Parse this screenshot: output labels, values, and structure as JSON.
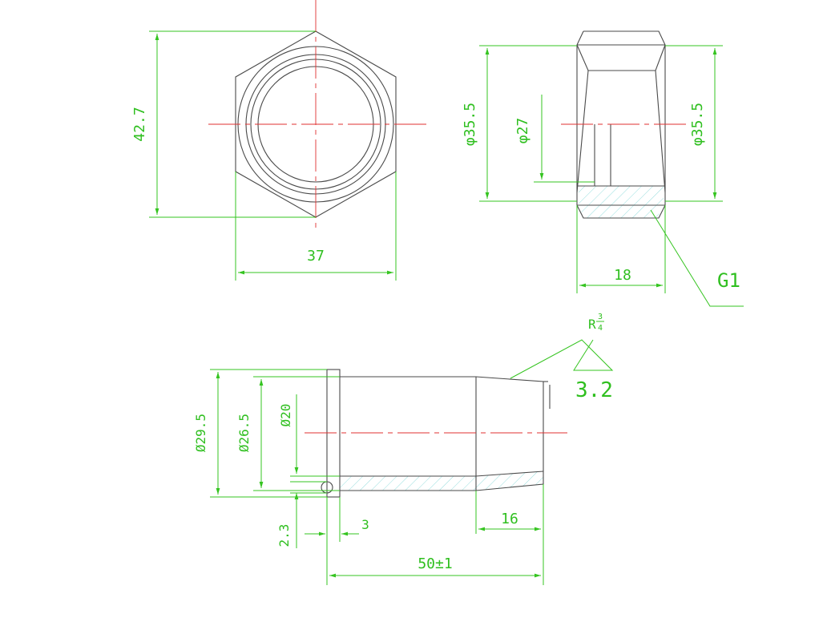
{
  "colors": {
    "dimension": "#35c420",
    "centerline": "#e03030",
    "geometry": "#4a4a4a",
    "hatch": "#7fd6d6",
    "background": "#ffffff"
  },
  "hex_view": {
    "height_label": "42.7",
    "width_label": "37"
  },
  "nut_section": {
    "outer_left_label": "φ35.5",
    "bore_label": "φ27",
    "outer_right_label": "φ35.5",
    "length_label": "18",
    "thread_label": "G1"
  },
  "tail_piece": {
    "thread_spec_base": "R",
    "thread_spec_num": "3",
    "thread_spec_den": "4",
    "roughness_label": "3.2",
    "dia_flange_label": "Ø29.5",
    "dia_body_label": "Ø26.5",
    "dia_bore_label": "Ø20",
    "groove_label": "2.3",
    "flange_width_label": "3",
    "thread_length_label": "16",
    "total_length_label": "50±1"
  }
}
